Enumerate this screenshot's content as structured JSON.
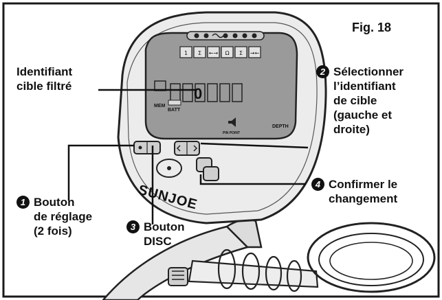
{
  "figure_label": "Fig. 18",
  "brand": "SUNJOE",
  "display": {
    "mode_icons": [
      "1",
      "Σ",
      "←→",
      "Ω",
      "Σ",
      "→←"
    ],
    "digits": "0",
    "mem_label": "MEM",
    "batt_label": "BATT",
    "depth_label": "DEPTH",
    "dial_label": "PIN POINT"
  },
  "callouts": [
    {
      "id": "identifiant",
      "number": "",
      "lines": [
        "Identifiant",
        "cible filtré"
      ]
    },
    {
      "id": "selectionner",
      "number": "2",
      "lines": [
        "Sélectionner",
        "l’identifiant",
        "de cible",
        "(gauche et",
        "droite)"
      ]
    },
    {
      "id": "confirmer",
      "number": "4",
      "lines": [
        "Confirmer le",
        "changement"
      ]
    },
    {
      "id": "reglage",
      "number": "1",
      "lines": [
        "Bouton",
        "de réglage",
        "(2 fois)"
      ]
    },
    {
      "id": "disc",
      "number": "3",
      "lines": [
        "Bouton",
        "DISC"
      ]
    }
  ],
  "colors": {
    "frame": "#1a1a1a",
    "device_shell": "#ececec",
    "lcd": "#9a9a9a",
    "ink": "#111111"
  }
}
